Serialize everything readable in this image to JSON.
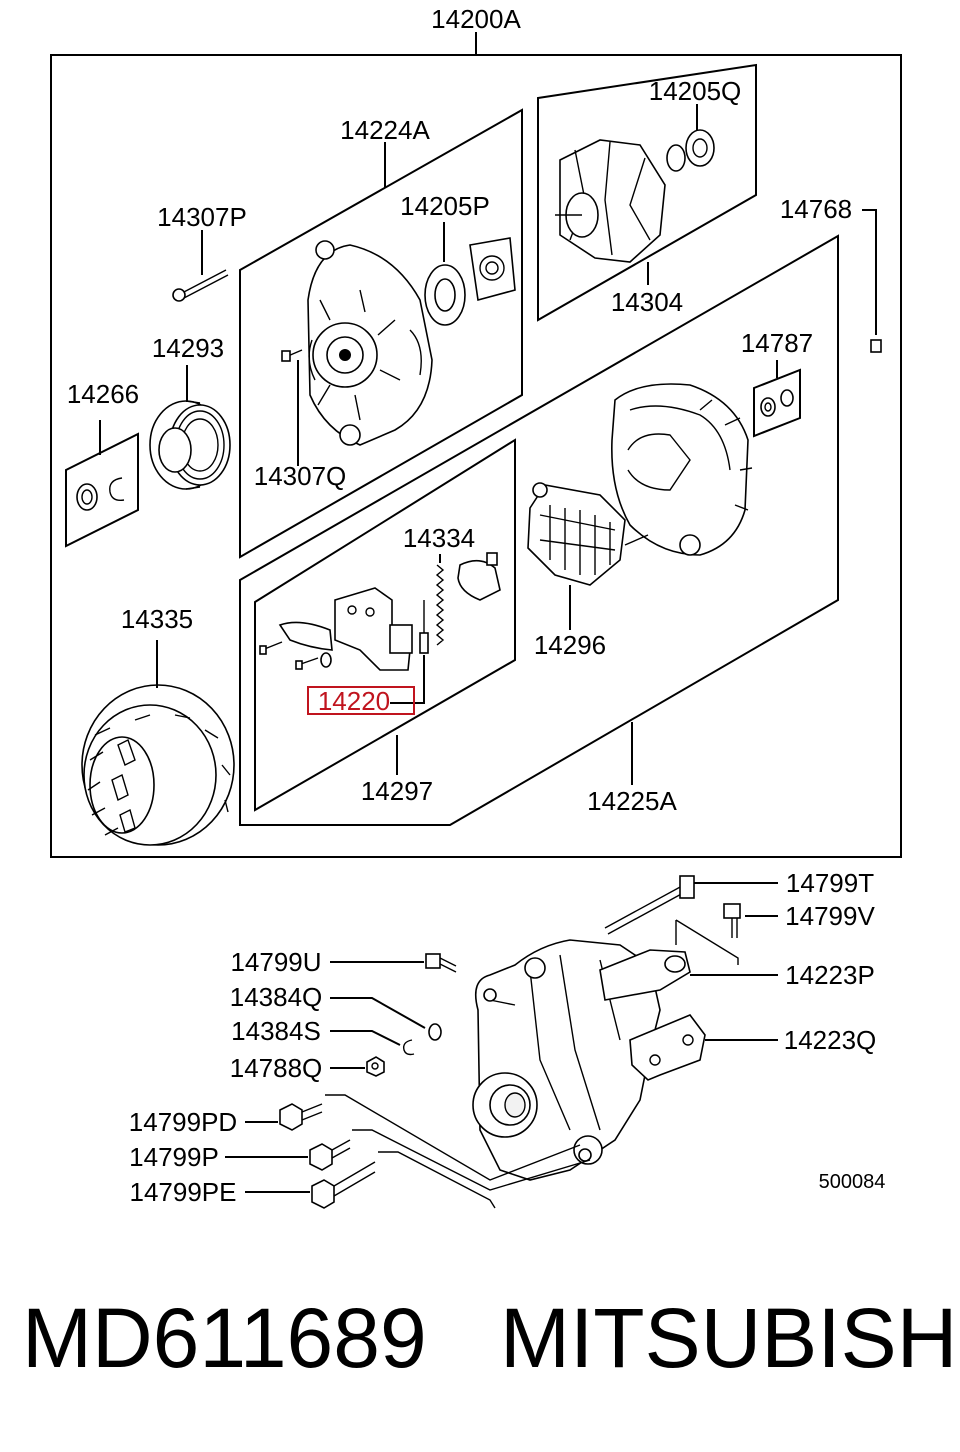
{
  "labels": {
    "assembly": "14200A",
    "bracket_front": "14224A",
    "bolt_through": "14307P",
    "bearing_front": "14205P",
    "bearing_rear": "14205Q",
    "rotor": "14304",
    "screw_front": "14307Q",
    "pulley": "14293",
    "pulley_nut": "14266",
    "terminal_pin": "14768",
    "rear_bracket_assy": "14225A",
    "terminal_kit": "14787",
    "brush_spring": "14334",
    "rectifier": "14296",
    "stator": "14335",
    "brush": "14220",
    "regulator": "14297",
    "bolt_14799T": "14799T",
    "bolt_14799V": "14799V",
    "bolt_14799U": "14799U",
    "bracket_14223P": "14223P",
    "washer_14384Q": "14384Q",
    "washer_14384S": "14384S",
    "nut_14788Q": "14788Q",
    "bracket_14223Q": "14223Q",
    "bolt_14799PD": "14799PD",
    "bolt_14799P": "14799P",
    "bolt_14799PE": "14799PE",
    "diagram_number": "500084"
  },
  "caption": {
    "part_number": "MD611689",
    "brand": "MITSUBISHI"
  },
  "colors": {
    "highlight": "#c0141e",
    "line": "#000000",
    "background": "#ffffff"
  }
}
